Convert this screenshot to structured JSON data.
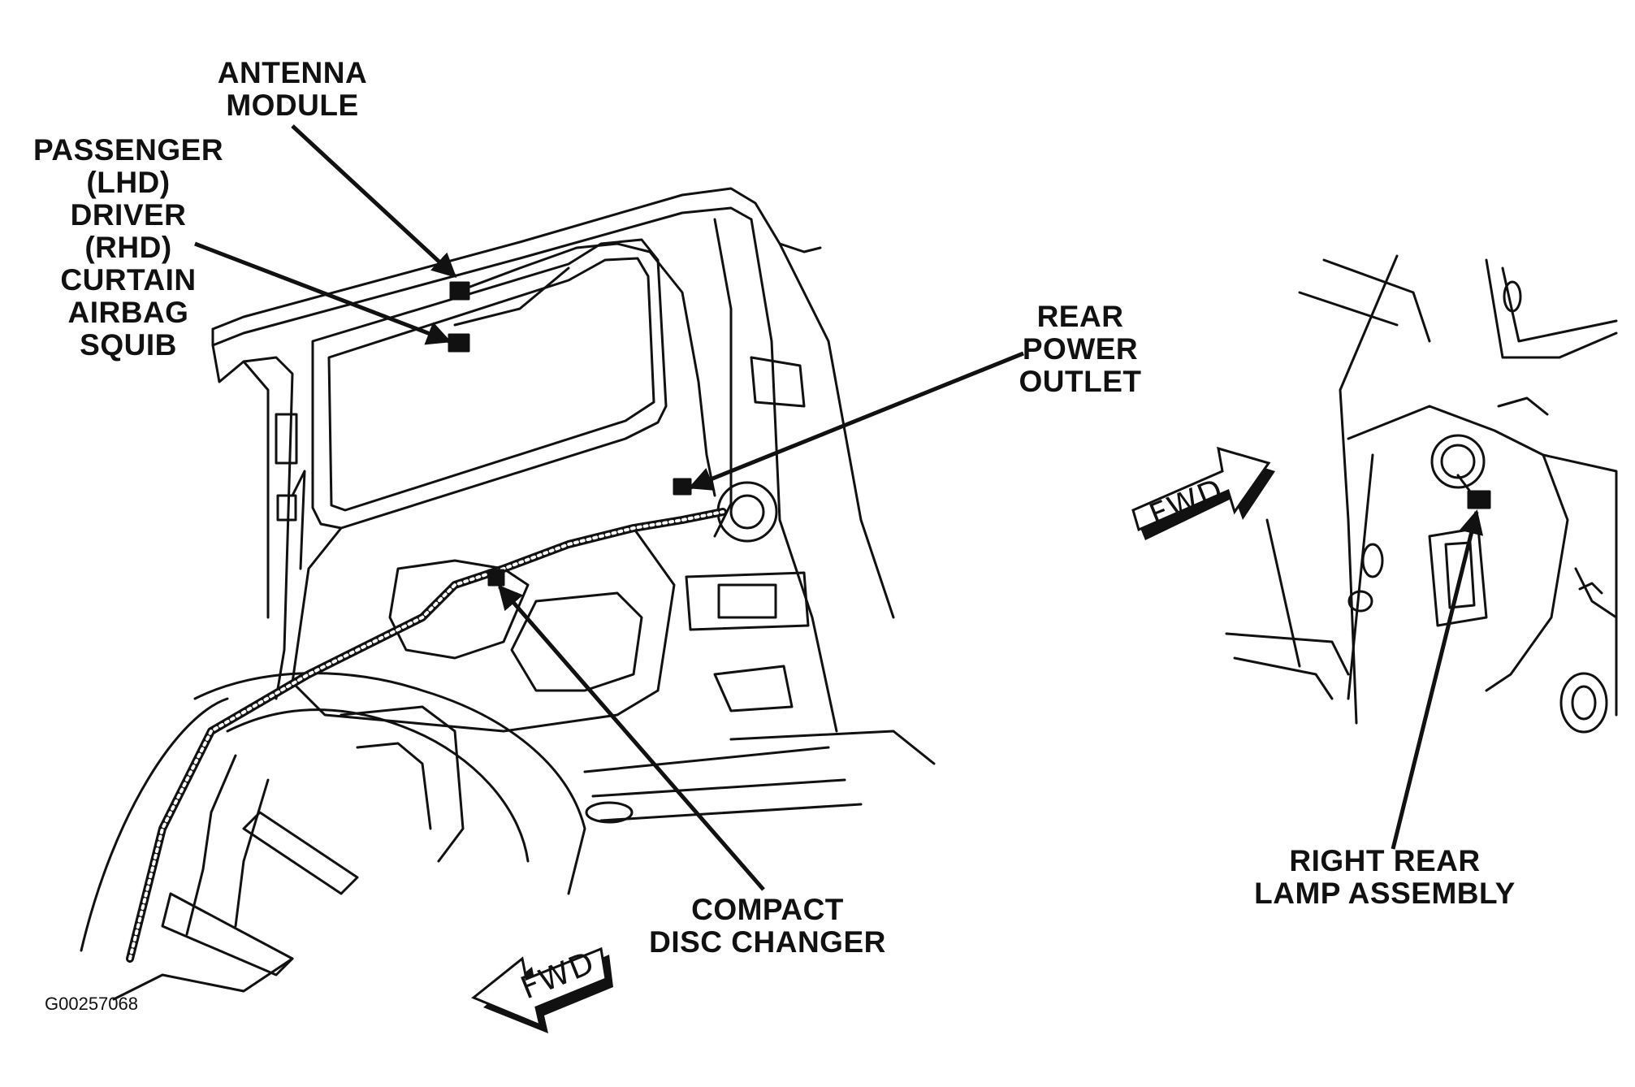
{
  "callouts": {
    "antenna_module": [
      "ANTENNA",
      "MODULE"
    ],
    "curtain_airbag_squib": [
      "PASSENGER",
      "(LHD)",
      "DRIVER",
      "(RHD)",
      "CURTAIN",
      "AIRBAG",
      "SQUIB"
    ],
    "rear_power_outlet": [
      "REAR",
      "POWER",
      "OUTLET"
    ],
    "compact_disc_changer": [
      "COMPACT",
      "DISC CHANGER"
    ],
    "right_rear_lamp_assembly": [
      "RIGHT REAR",
      "LAMP ASSEMBLY"
    ]
  },
  "direction_arrows": {
    "left_view": "FWD",
    "right_view": "FWD"
  },
  "figure_id": "G00257068"
}
